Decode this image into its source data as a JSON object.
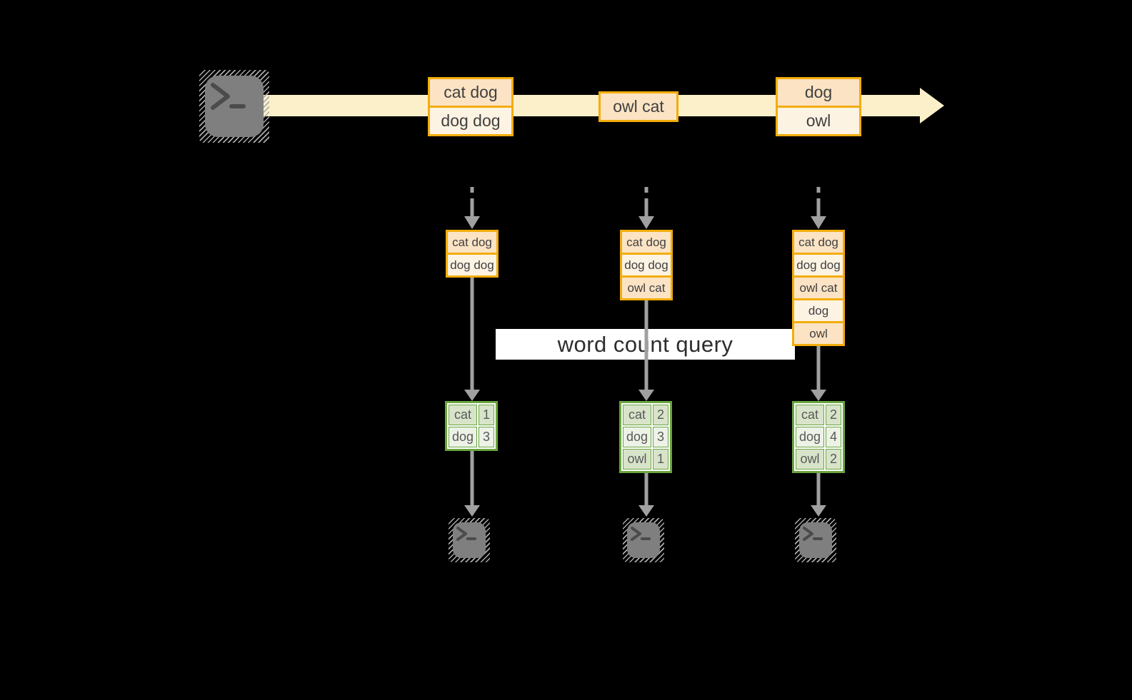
{
  "banner": {
    "label": "word count query"
  },
  "stream_boxes": [
    {
      "rows": [
        "cat dog",
        "dog dog"
      ]
    },
    {
      "rows": [
        "owl cat"
      ]
    },
    {
      "rows": [
        "dog",
        "owl"
      ]
    }
  ],
  "columns": [
    {
      "snapshot": [
        "cat dog",
        "dog dog"
      ],
      "counts": [
        [
          "cat",
          "1"
        ],
        [
          "dog",
          "3"
        ]
      ]
    },
    {
      "snapshot": [
        "cat dog",
        "dog dog",
        "owl cat"
      ],
      "counts": [
        [
          "cat",
          "2"
        ],
        [
          "dog",
          "3"
        ],
        [
          "owl",
          "1"
        ]
      ]
    },
    {
      "snapshot": [
        "cat dog",
        "dog dog",
        "owl cat",
        "dog",
        "owl"
      ],
      "counts": [
        [
          "cat",
          "2"
        ],
        [
          "dog",
          "4"
        ],
        [
          "owl",
          "2"
        ]
      ]
    }
  ],
  "icons": {
    "source": "terminal-icon",
    "sinks": [
      "terminal-icon",
      "terminal-icon",
      "terminal-icon"
    ]
  },
  "colors": {
    "background": "#000000",
    "stream_band": "#FCF0CB",
    "box_border": "#F3AD0B",
    "box_fill_dark": "#FBE3C4",
    "box_fill_light": "#FDF3E3",
    "table_border": "#6AA53F",
    "table_fill_dark": "#D8E4C9",
    "table_fill_light": "#EDF2E6",
    "arrow_gray": "#A0A0A0",
    "terminal_gray": "#7F7F7F",
    "banner_bg": "#FFFFFF"
  }
}
